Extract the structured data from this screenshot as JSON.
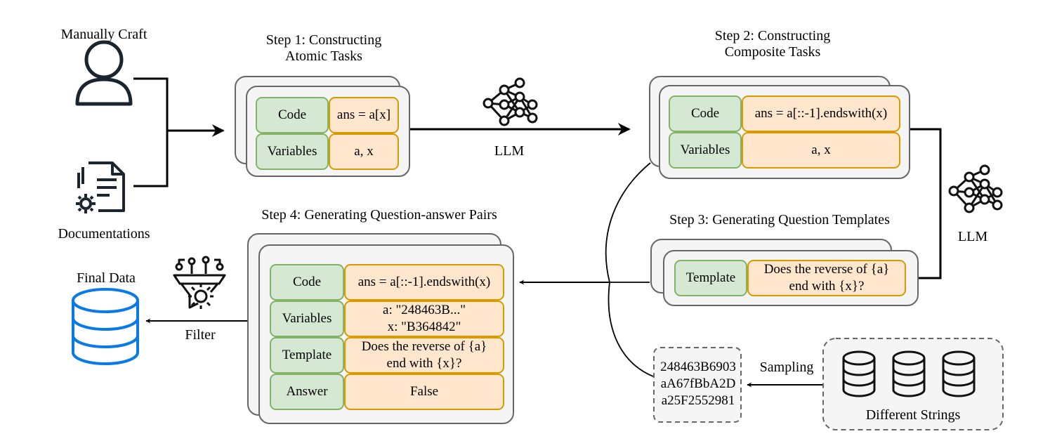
{
  "colors": {
    "code_fill": "#d5e8d4",
    "code_stroke": "#82b366",
    "value_fill": "#ffe6cc",
    "value_stroke": "#d79b00",
    "card_fill": "#f5f5f5",
    "card_stroke": "#666666",
    "database_blue": "#0a7ae6"
  },
  "sources": {
    "manual_label": "Manually Craft",
    "docs_label": "Documentations",
    "manual_icon": "person-icon",
    "docs_icon": "document-gear-icon"
  },
  "step1": {
    "title": "Step 1: Constructing\nAtomic Tasks",
    "code_label": "Code",
    "code_value": "ans = a[x]",
    "vars_label": "Variables",
    "vars_value": "a, x"
  },
  "llm1": {
    "label": "LLM",
    "icon": "neural-network-icon"
  },
  "step2": {
    "title": "Step 2: Constructing\nComposite Tasks",
    "code_label": "Code",
    "code_value": "ans = a[::-1].endswith(x)",
    "vars_label": "Variables",
    "vars_value": "a, x"
  },
  "llm2": {
    "label": "LLM",
    "icon": "neural-network-icon"
  },
  "step3": {
    "title": "Step 3: Generating Question Templates",
    "template_label": "Template",
    "template_value": "Does the reverse of {a}\nend with {x}?"
  },
  "step4": {
    "title": "Step 4: Generating Question-answer Pairs",
    "code_label": "Code",
    "code_value": "ans = a[::-1].endswith(x)",
    "vars_label": "Variables",
    "vars_value": "a: \"248463B...\"\nx: \"B364842\"",
    "template_label": "Template",
    "template_value": "Does the reverse of {a}\nend with {x}?",
    "answer_label": "Answer",
    "answer_value": "False"
  },
  "filter": {
    "label": "Filter",
    "icon": "funnel-gear-icon"
  },
  "final": {
    "label": "Final Data",
    "icon": "database-icon"
  },
  "sampling": {
    "label": "Sampling",
    "samples": "248463B6903\naA67fBbA2D\na25F2552981"
  },
  "strings": {
    "label": "Different Strings",
    "icon": "database-icon"
  }
}
